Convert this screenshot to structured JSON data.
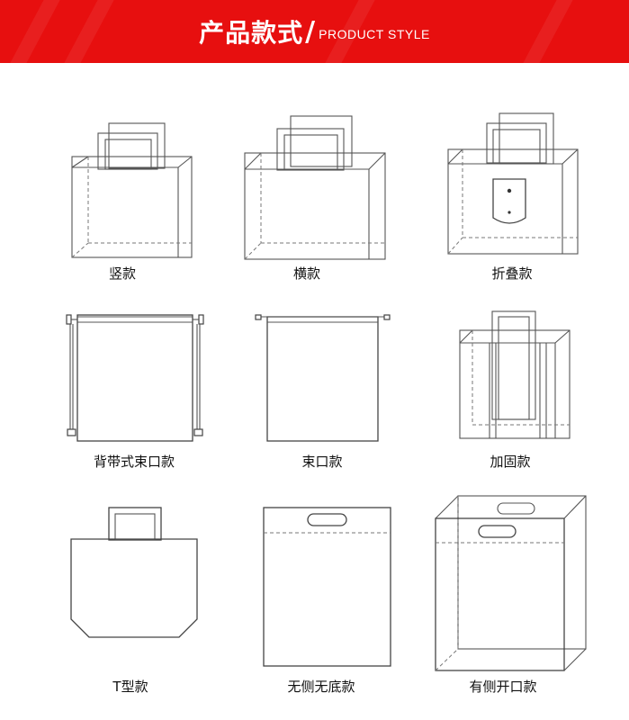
{
  "header": {
    "title_cn": "产品款式",
    "slash": "/",
    "title_en": "PRODUCT STYLE",
    "background_color": "#e70f0f",
    "text_color": "#ffffff"
  },
  "styles": [
    {
      "label": "竖款"
    },
    {
      "label": "横款"
    },
    {
      "label": "折叠款"
    },
    {
      "label": "背带式束口款"
    },
    {
      "label": "束口款"
    },
    {
      "label": "加固款"
    },
    {
      "label": "T型款"
    },
    {
      "label": "无侧无底款"
    },
    {
      "label": "有侧开口款"
    }
  ]
}
